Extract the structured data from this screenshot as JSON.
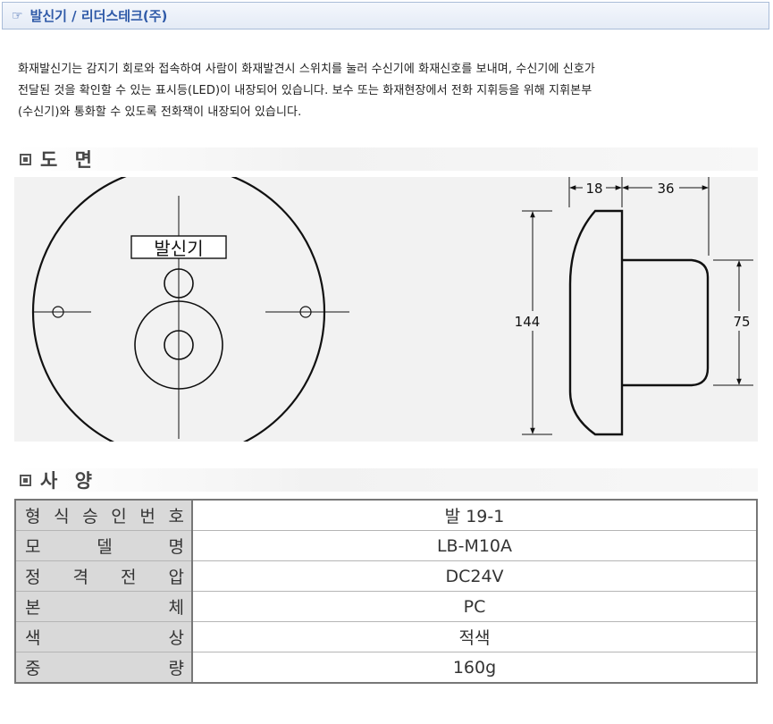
{
  "header": {
    "hand_icon": "☞",
    "title": "발신기 / 리더스테크(주)"
  },
  "intro": {
    "lines": [
      "화재발신기는 감지기 회로와 접속하여 사람이 화재발견시 스위치를 눌러 수신기에 화재신호를 보내며, 수신기에 신호가",
      "전달된 것을 확인할 수 있는 표시등(LED)이 내장되어 있습니다. 보수 또는 화재현장에서 전화 지휘등을 위해 지휘본부",
      "(수신기)와 통화할 수 있도록 전화잭이 내장되어 있습니다."
    ]
  },
  "drawing_section": {
    "label": "도 면"
  },
  "drawing": {
    "front_label": "발신기",
    "dimensions": {
      "top_left": "18",
      "top_right": "36",
      "height_total": "144",
      "height_body": "75"
    }
  },
  "spec_section": {
    "label": "사 양"
  },
  "spec": {
    "rows": [
      {
        "key_chars": [
          "형",
          "식",
          "승",
          "인",
          "번",
          "호"
        ],
        "value": "발 19-1"
      },
      {
        "key_chars": [
          "모",
          "델",
          "명"
        ],
        "value": "LB-M10A"
      },
      {
        "key_chars": [
          "정",
          "격",
          "전",
          "압"
        ],
        "value": "DC24V"
      },
      {
        "key_chars": [
          "본",
          "체"
        ],
        "value": "PC"
      },
      {
        "key_chars": [
          "색",
          "상"
        ],
        "value": "적색"
      },
      {
        "key_chars": [
          "중",
          "량"
        ],
        "value": "160g"
      }
    ]
  }
}
